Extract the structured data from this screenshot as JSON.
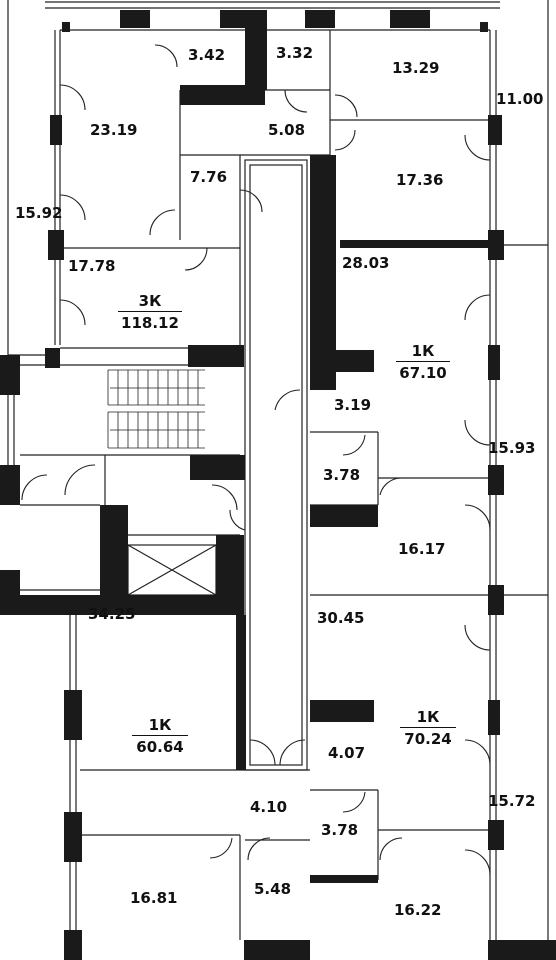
{
  "apartments": [
    {
      "id": "apt-3k",
      "type": "3К",
      "area": "118.12"
    },
    {
      "id": "apt-1k-a",
      "type": "1К",
      "area": "67.10"
    },
    {
      "id": "apt-1k-b",
      "type": "1К",
      "area": "60.64"
    },
    {
      "id": "apt-1k-c",
      "type": "1К",
      "area": "70.24"
    }
  ],
  "rooms": [
    "3.42",
    "3.32",
    "13.29",
    "11.00",
    "23.19",
    "5.08",
    "17.36",
    "7.76",
    "15.92",
    "17.78",
    "28.03",
    "3.19",
    "3.78",
    "15.93",
    "16.17",
    "34.25",
    "30.45",
    "4.07",
    "4.10",
    "3.78",
    "15.72",
    "16.81",
    "5.48",
    "16.22"
  ],
  "colors": {
    "wall": "#1a1a1a",
    "line": "#222222",
    "background": "#ffffff"
  }
}
